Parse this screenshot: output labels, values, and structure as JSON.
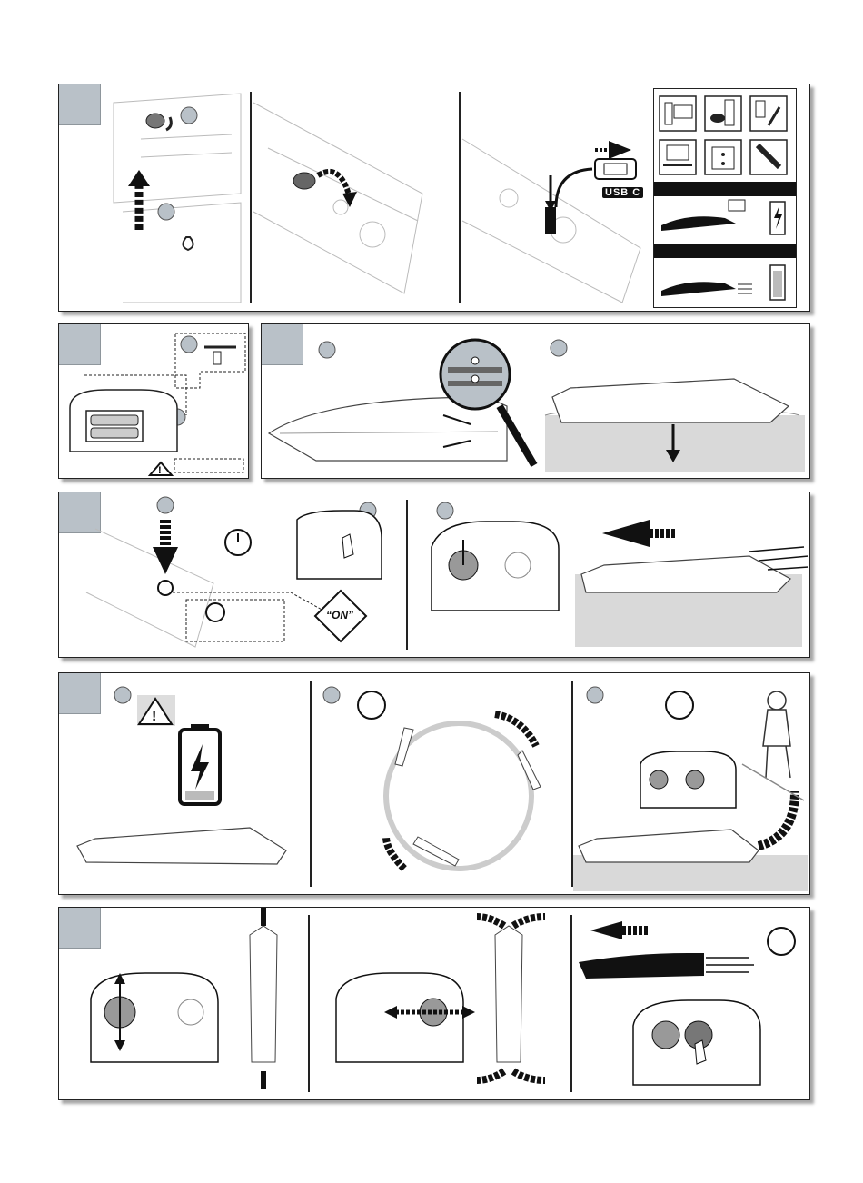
{
  "document": {
    "type": "instruction manual illustration page",
    "on_label": "“ON”",
    "usb_label": "USB C",
    "colors": {
      "tab": "#b9c1c8",
      "marker": "#b9c1c8",
      "line": "#222222",
      "water": "#d9d9d9",
      "arrow": "#111111"
    },
    "icons": [
      "computer-icon",
      "game-console-icon",
      "phone-charger-icon",
      "laptop-icon",
      "wall-outlet-icon",
      "car-charger-icon",
      "battery-charging-icon",
      "battery-full-icon",
      "warning-icon",
      "timer-icon",
      "magnifier-icon",
      "remote-control-icon",
      "hand-pointer-icon",
      "boat-icon",
      "child-figure-icon"
    ]
  }
}
